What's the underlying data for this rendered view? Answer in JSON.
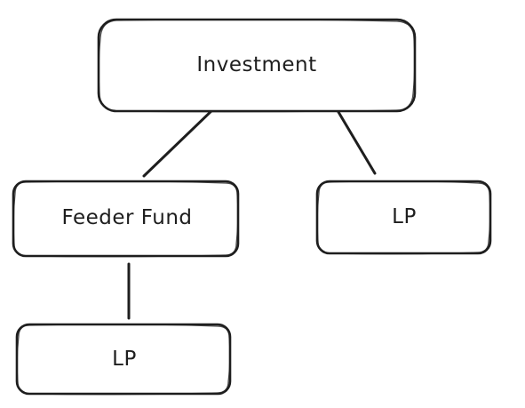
{
  "diagram": {
    "nodes": {
      "investment": {
        "label": "Investment"
      },
      "feeder_fund": {
        "label": "Feeder Fund"
      },
      "lp_right": {
        "label": "LP"
      },
      "lp_bottom": {
        "label": "LP"
      }
    },
    "edges": [
      {
        "from": "investment",
        "to": "feeder_fund"
      },
      {
        "from": "investment",
        "to": "lp_right"
      },
      {
        "from": "feeder_fund",
        "to": "lp_bottom"
      }
    ],
    "colors": {
      "stroke": "#1e1e1e",
      "fill": "#ffffff",
      "background": "#ffffff"
    }
  }
}
